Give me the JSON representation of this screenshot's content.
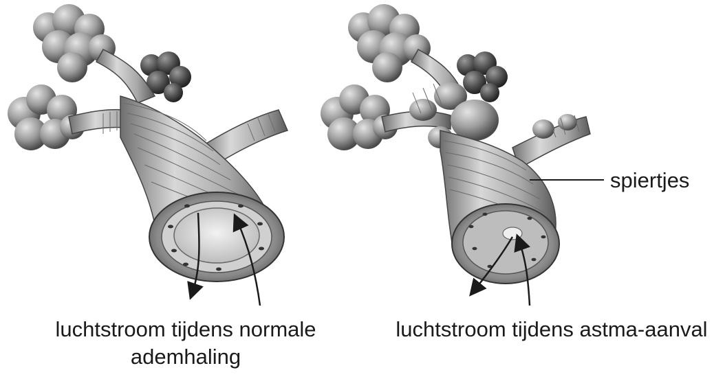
{
  "labels": {
    "muscles": "spiertjes"
  },
  "captions": {
    "normal_line1": "luchtstroom tijdens normale",
    "normal_line2": "ademhaling",
    "asthma": "luchtstroom tijdens astma-aanval"
  },
  "panels": [
    {
      "id": "normal",
      "airway_state": "open"
    },
    {
      "id": "asthma",
      "airway_state": "constricted"
    }
  ],
  "colors": {
    "tissue_light": "#cfcfcf",
    "tissue_mid": "#9a9a9a",
    "tissue_dark": "#555555",
    "lumen": "#e6e6e6",
    "line": "#1a1a1a"
  }
}
